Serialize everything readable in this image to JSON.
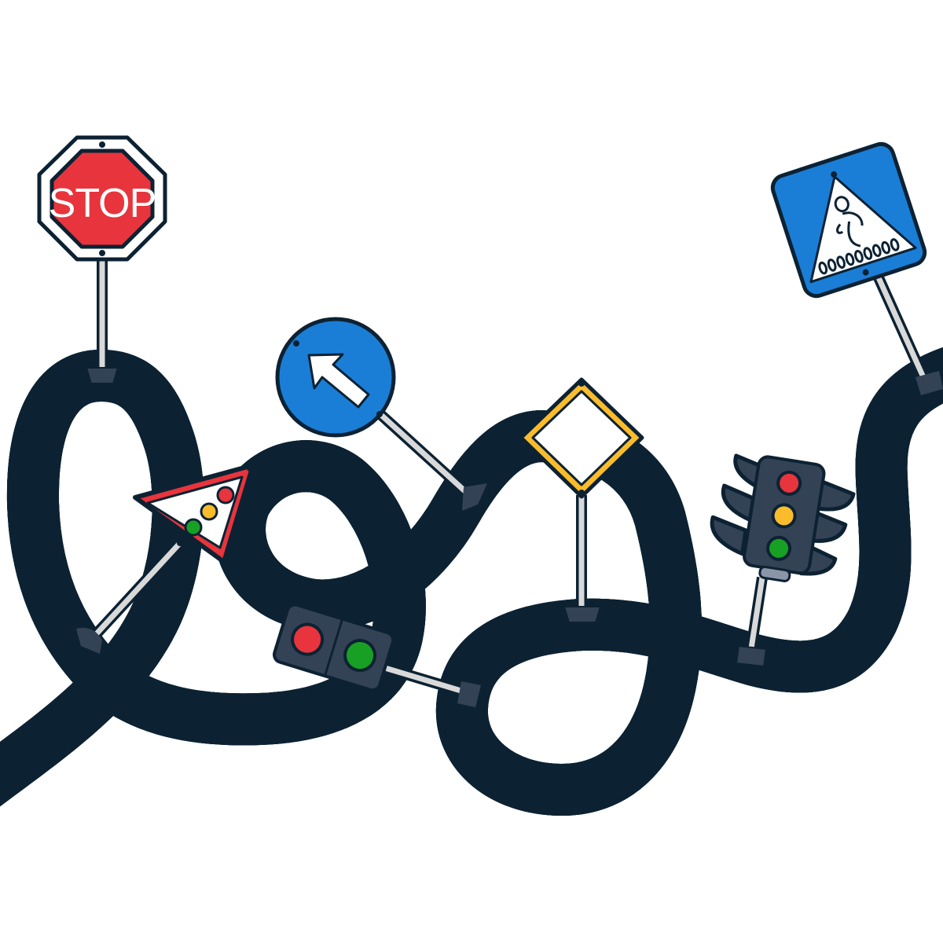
{
  "illustration": {
    "title": "Winding road with traffic signs",
    "background": "#ffffff"
  },
  "colors": {
    "road": "#0c2233",
    "road_edge": "#ffffff",
    "lane_dash": "#ffffff",
    "pole": "#d9d9d9",
    "pole_base": "#344256",
    "signal_housing": "#344256",
    "red": "#e8343c",
    "yellow": "#fbbc2c",
    "green": "#18a024",
    "blue": "#1a7ed6",
    "white": "#ffffff"
  },
  "signs": {
    "stop": {
      "label": "STOP",
      "shape": "octagon",
      "color": "#e8343c"
    },
    "arrow": {
      "shape": "circle",
      "icon": "arrow-up-left-icon",
      "color": "#1a7ed6"
    },
    "traffic_light_warning": {
      "shape": "triangle",
      "icon": "traffic-light-icon",
      "color": "#e8343c",
      "lights": [
        "#e8343c",
        "#fbbc2c",
        "#18a024"
      ]
    },
    "priority_road": {
      "shape": "diamond",
      "color": "#fbbc2c"
    },
    "two_light_signal": {
      "lights": [
        "#e8343c",
        "#18a024"
      ]
    },
    "three_light_signal": {
      "lights": [
        "#e8343c",
        "#fbbc2c",
        "#18a024"
      ]
    },
    "pedestrian_crossing": {
      "shape": "rounded-square",
      "icon": "pedestrian-crossing-icon",
      "color": "#1a7ed6"
    }
  }
}
